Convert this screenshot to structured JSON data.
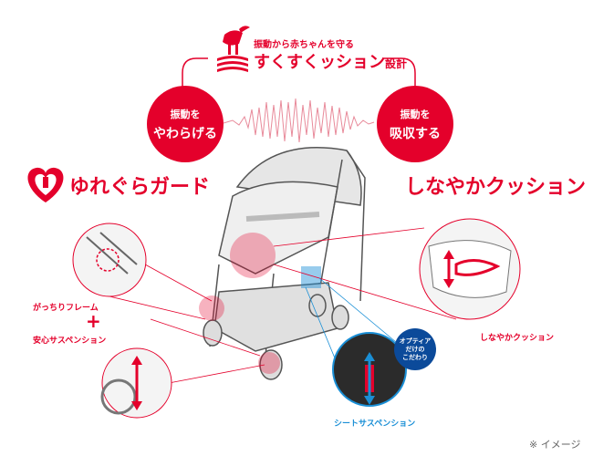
{
  "header": {
    "tagline": "振動から赤ちゃんを守る",
    "title_main": "すくすくッション",
    "title_suffix": "設計"
  },
  "left_bubble": {
    "line1": "振動を",
    "line2": "やわらげる"
  },
  "right_bubble": {
    "line1": "振動を",
    "line2": "吸収する"
  },
  "left_heading": "ゆれぐらガード",
  "right_heading": "しなやかクッション",
  "labels": {
    "frame": "がっちりフレーム",
    "plus": "+",
    "suspension": "安心サスペンション",
    "cushion": "しなやかクッション",
    "seat_suspension": "シートサスペンション"
  },
  "badge": {
    "line1": "オプティア",
    "line2": "だけの",
    "line3": "こだわり"
  },
  "note": "※ イメージ",
  "colors": {
    "red": "#e4002b",
    "blue": "#1a8fd6",
    "navy": "#0b4a9a",
    "pink": "#f2a7b3"
  }
}
